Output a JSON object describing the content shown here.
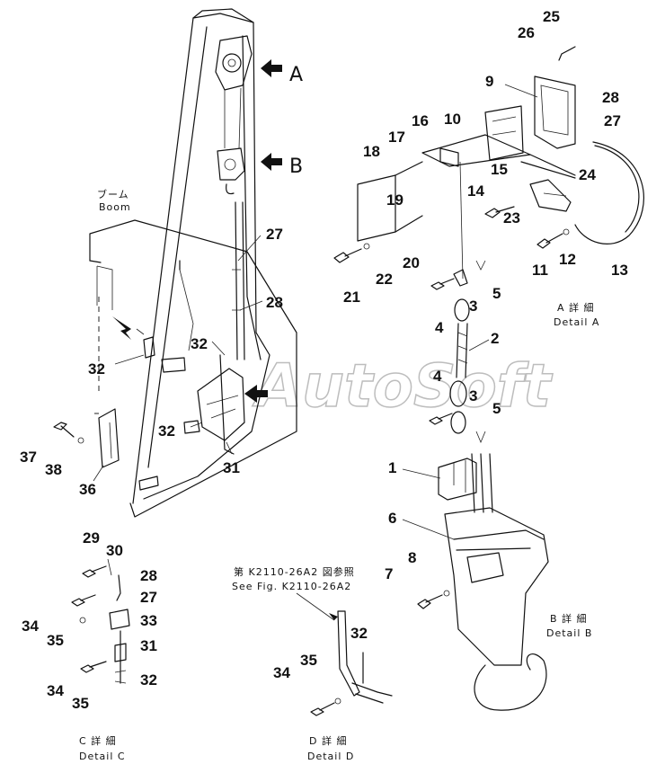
{
  "boom_label": {
    "jp": "ブーム",
    "en": "Boom"
  },
  "views": [
    {
      "letter": "A",
      "jp": "A 詳 細",
      "en": "Detail A"
    },
    {
      "letter": "B",
      "jp": "B 詳 細",
      "en": "Detail B"
    },
    {
      "letter": "C",
      "jp": "C 詳 細",
      "en": "Detail C"
    },
    {
      "letter": "D",
      "jp": "D 詳 細",
      "en": "Detail D"
    }
  ],
  "reference": {
    "jp": "第 K2110-26A2 図参照",
    "en": "See Fig. K2110-26A2"
  },
  "watermark": "AutoSoft",
  "callouts": {
    "boom": [
      "27",
      "28",
      "32",
      "32",
      "32",
      "31",
      "36",
      "37",
      "38"
    ],
    "detail_a": [
      "25",
      "26",
      "9",
      "28",
      "27",
      "16",
      "10",
      "17",
      "18",
      "15",
      "24",
      "19",
      "14",
      "23",
      "13",
      "20",
      "22",
      "21",
      "12",
      "11",
      "5",
      "3"
    ],
    "detail_b": [
      "4",
      "2",
      "4",
      "3",
      "5",
      "1",
      "6",
      "8",
      "7"
    ],
    "detail_c": [
      "29",
      "30",
      "28",
      "27",
      "33",
      "34",
      "35",
      "31",
      "32",
      "34",
      "35"
    ],
    "detail_d": [
      "32",
      "35",
      "34"
    ]
  }
}
